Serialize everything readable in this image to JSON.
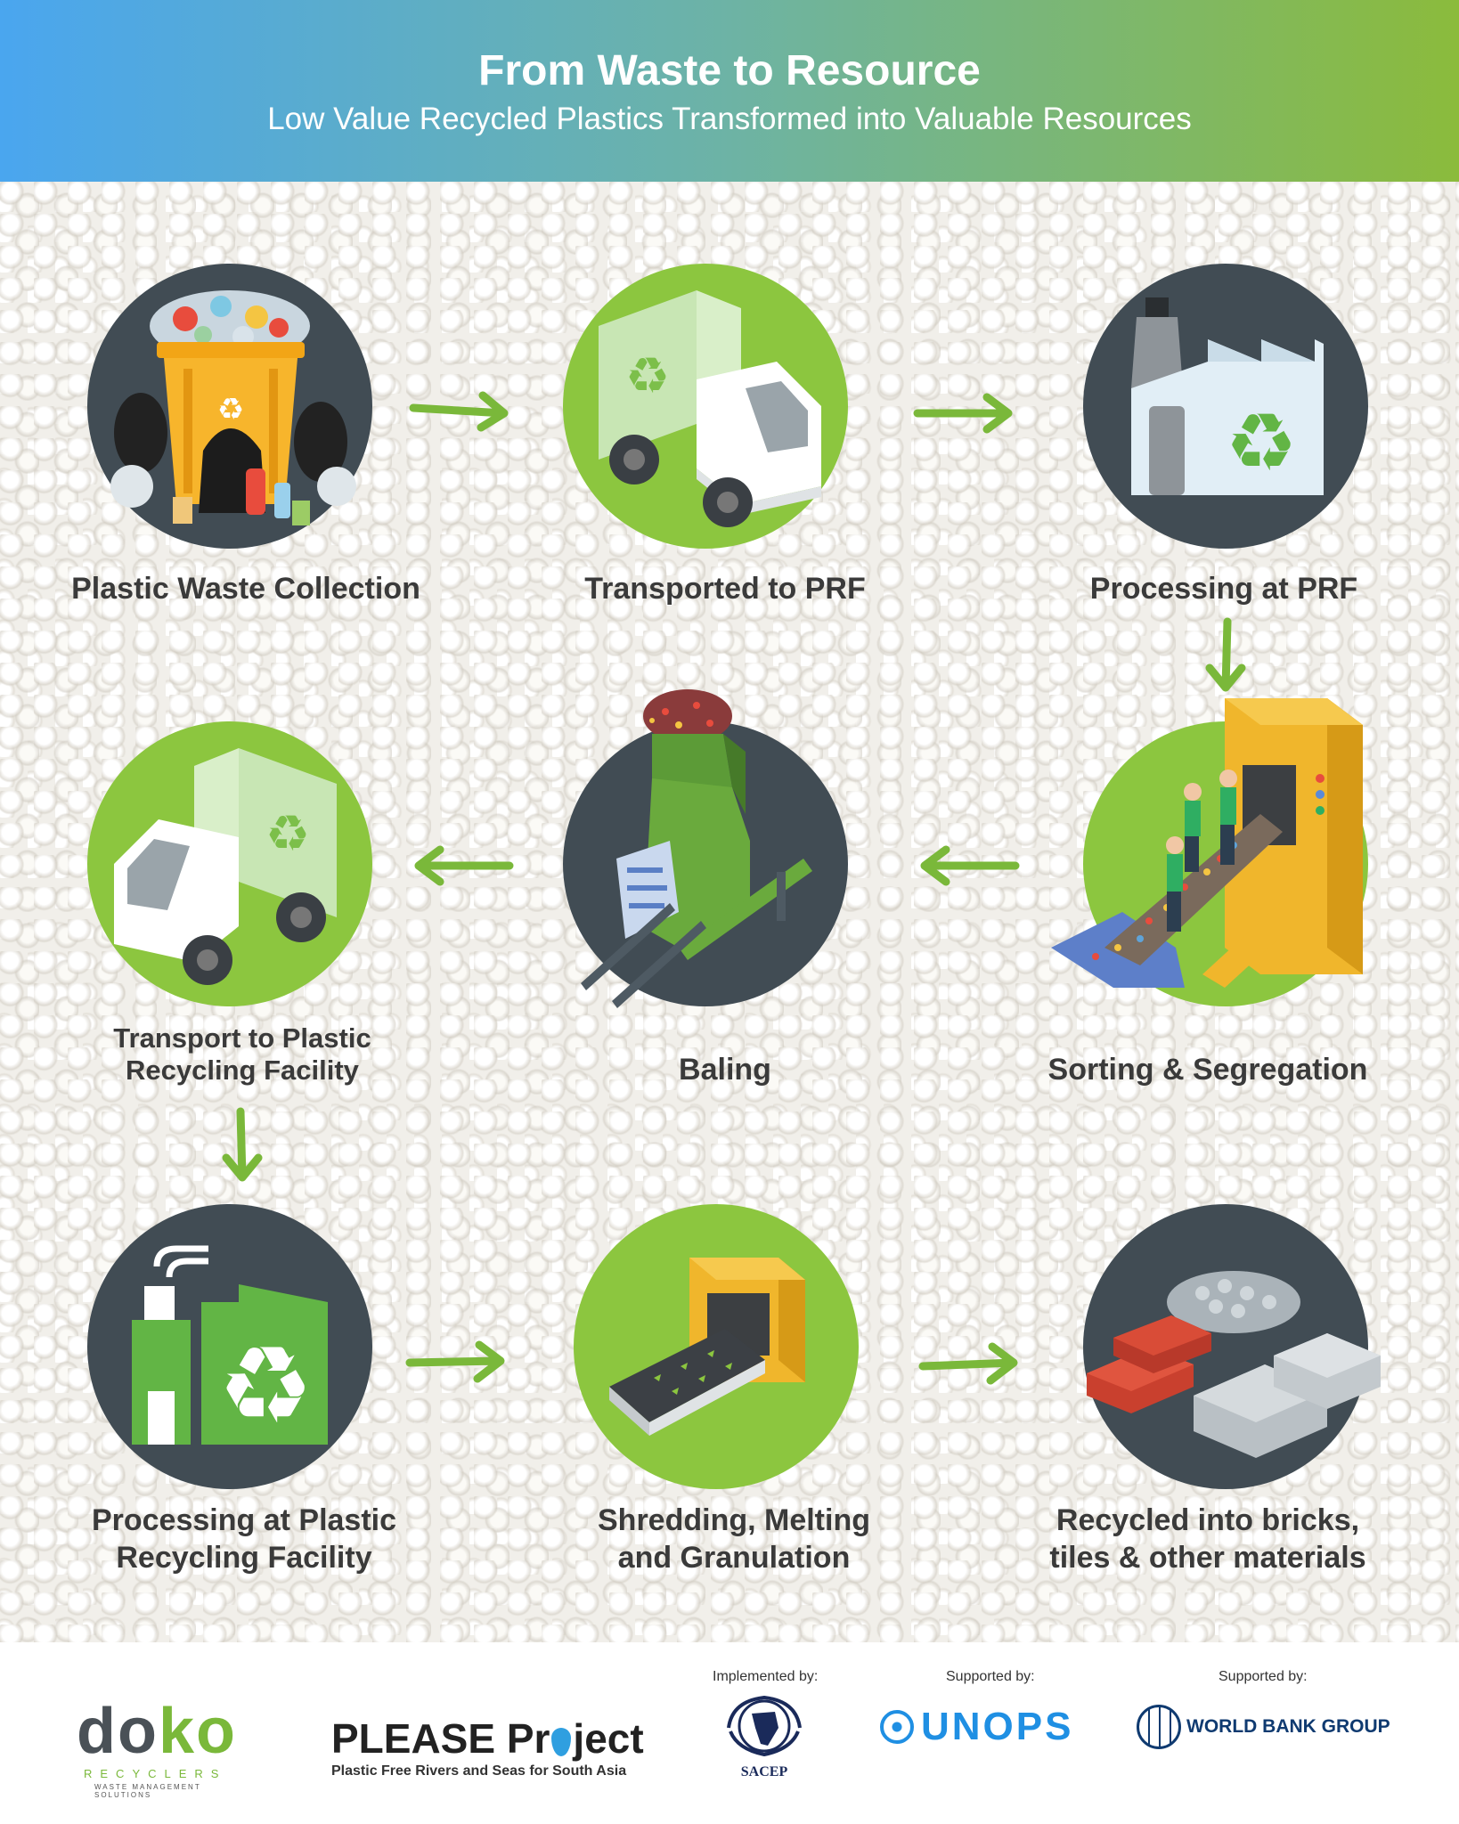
{
  "header": {
    "title": "From Waste to Resource",
    "subtitle": "Low Value Recycled Plastics Transformed into Valuable Resources"
  },
  "steps": [
    {
      "label": [
        "Plastic Waste Collection"
      ],
      "icon": "waste-bin-icon",
      "circle": "dark"
    },
    {
      "label": [
        "Transported to PRF"
      ],
      "icon": "recycling-truck-icon",
      "circle": "green"
    },
    {
      "label": [
        "Processing at PRF"
      ],
      "icon": "factory-icon",
      "circle": "dark"
    },
    {
      "label": [
        "Sorting & Segregation"
      ],
      "icon": "sorting-conveyor-icon",
      "circle": "green"
    },
    {
      "label": [
        "Baling"
      ],
      "icon": "baling-machine-icon",
      "circle": "dark"
    },
    {
      "label": [
        "Transport to Plastic",
        "Recycling Facility"
      ],
      "icon": "recycling-truck-icon",
      "circle": "green"
    },
    {
      "label": [
        "Processing at Plastic",
        "Recycling Facility"
      ],
      "icon": "recycling-plant-icon",
      "circle": "dark"
    },
    {
      "label": [
        "Shredding, Melting",
        "and Granulation"
      ],
      "icon": "shredder-conveyor-icon",
      "circle": "green"
    },
    {
      "label": [
        "Recycled into bricks,",
        "tiles & other materials"
      ],
      "icon": "bricks-tiles-icon",
      "circle": "dark"
    }
  ],
  "footer": {
    "doko": {
      "name": "doko",
      "line1": "RECYCLERS",
      "line2": "WASTE MANAGEMENT SOLUTIONS"
    },
    "please": {
      "name_a": "PLEASE Pr",
      "name_b": "ject",
      "tagline": "Plastic Free Rivers and Seas for South Asia"
    },
    "implemented_by": "Implemented by:",
    "sacep": "SACEP",
    "supported_by_1": "Supported by:",
    "unops": "UNOPS",
    "supported_by_2": "Supported by:",
    "worldbank": "WORLD BANK GROUP"
  },
  "colors": {
    "green": "#8cc63f",
    "dark": "#414c54",
    "header_left": "#4aa6ef",
    "header_right": "#8bbb3c",
    "unops_blue": "#1f8fe3",
    "worldbank_navy": "#0f3a70"
  }
}
